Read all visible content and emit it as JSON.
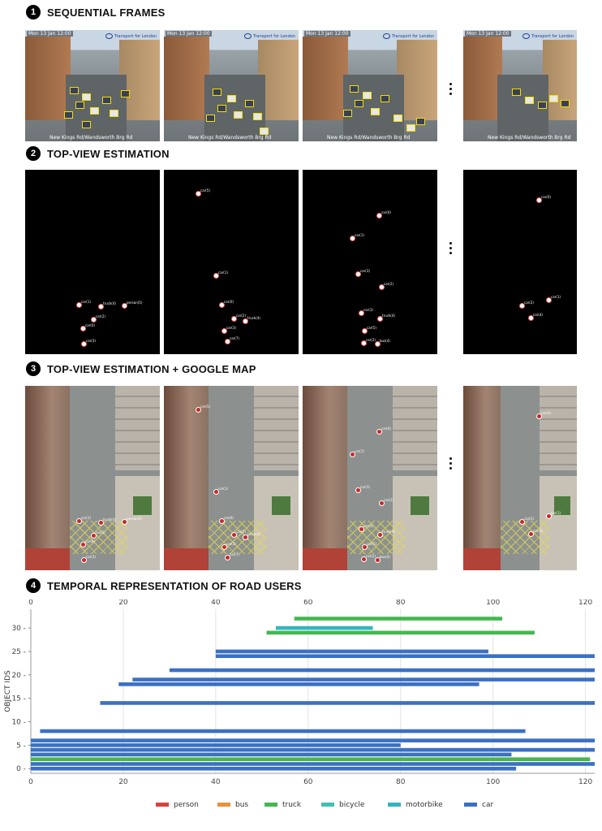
{
  "sections": [
    {
      "number": "1",
      "title": "SEQUENTIAL FRAMES"
    },
    {
      "number": "2",
      "title": "TOP-VIEW ESTIMATION"
    },
    {
      "number": "3",
      "title": "TOP-VIEW ESTIMATION + GOOGLE MAP"
    },
    {
      "number": "4",
      "title": "TEMPORAL REPRESENTATION OF ROAD USERS"
    }
  ],
  "camera": {
    "timestamp": "Mon 13 Jan 12:00",
    "brand": "Transport for London",
    "location": "New Kings Rd/Wandsworth Brg Rd"
  },
  "topview_frames": [
    [
      {
        "label": "car(1)"
      },
      {
        "label": "truck(4)"
      },
      {
        "label": "person(5)"
      },
      {
        "label": "car(2)"
      },
      {
        "label": "car(0)"
      },
      {
        "label": "car(3)"
      }
    ],
    [
      {
        "label": "car(5)"
      },
      {
        "label": "car(1)"
      },
      {
        "label": "car(0)"
      },
      {
        "label": "car(2)"
      },
      {
        "label": "truck(4)"
      },
      {
        "label": "car(3)"
      },
      {
        "label": "car(7)"
      }
    ],
    [
      {
        "label": "car(0)"
      },
      {
        "label": "car(1)"
      },
      {
        "label": "car(3)"
      },
      {
        "label": "car(2)"
      },
      {
        "label": "car(3)"
      },
      {
        "label": "truck(4)"
      },
      {
        "label": "car(5)"
      },
      {
        "label": "car(2)"
      },
      {
        "label": "bus(4)"
      }
    ],
    [
      {
        "label": "car(0)"
      },
      {
        "label": "car(2)"
      },
      {
        "label": "car(1)"
      },
      {
        "label": "car(4)"
      }
    ]
  ],
  "chart_data": {
    "type": "bar",
    "orientation": "horizontal",
    "xlim": [
      0,
      122
    ],
    "ylim": [
      -1,
      34
    ],
    "xticks": [
      0,
      20,
      40,
      60,
      80,
      100,
      120
    ],
    "yticks": [
      0,
      5,
      10,
      15,
      20,
      25,
      30
    ],
    "xlabel": "",
    "ylabel": "OBJECT IDS",
    "grid": true,
    "legend_position": "bottom",
    "legend": [
      {
        "name": "person",
        "color": "#d9413d"
      },
      {
        "name": "bus",
        "color": "#e8923a"
      },
      {
        "name": "truck",
        "color": "#43b84f"
      },
      {
        "name": "bicycle",
        "color": "#3fbfb6"
      },
      {
        "name": "motorbike",
        "color": "#33b5bd"
      },
      {
        "name": "car",
        "color": "#3b70c4"
      }
    ],
    "bars": [
      {
        "id": 0,
        "class": "car",
        "start": 0,
        "end": 105
      },
      {
        "id": 1,
        "class": "car",
        "start": 0,
        "end": 122
      },
      {
        "id": 2,
        "class": "truck",
        "start": 0,
        "end": 121
      },
      {
        "id": 3,
        "class": "car",
        "start": 0,
        "end": 104
      },
      {
        "id": 4,
        "class": "car",
        "start": 0,
        "end": 122
      },
      {
        "id": 5,
        "class": "car",
        "start": 0,
        "end": 80
      },
      {
        "id": 6,
        "class": "car",
        "start": 0,
        "end": 122
      },
      {
        "id": 8,
        "class": "car",
        "start": 2,
        "end": 107
      },
      {
        "id": 14,
        "class": "car",
        "start": 15,
        "end": 122
      },
      {
        "id": 18,
        "class": "car",
        "start": 19,
        "end": 97
      },
      {
        "id": 19,
        "class": "car",
        "start": 22,
        "end": 122
      },
      {
        "id": 21,
        "class": "car",
        "start": 30,
        "end": 122
      },
      {
        "id": 24,
        "class": "car",
        "start": 40,
        "end": 122
      },
      {
        "id": 25,
        "class": "car",
        "start": 40,
        "end": 99
      },
      {
        "id": 29,
        "class": "truck",
        "start": 51,
        "end": 109
      },
      {
        "id": 30,
        "class": "motorbike",
        "start": 53,
        "end": 74
      },
      {
        "id": 32,
        "class": "truck",
        "start": 57,
        "end": 102
      }
    ]
  }
}
